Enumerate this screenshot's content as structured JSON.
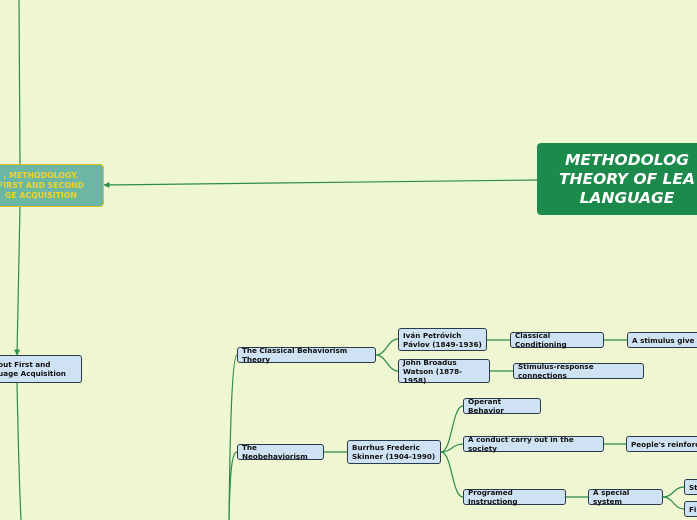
{
  "colors": {
    "background": "#eff7d2",
    "link": "#2e8b48",
    "root_fill": "#1b8a4a",
    "topic_fill": "#6cb6a4",
    "topic_text": "#f2d22a",
    "node_fill": "#cfe2f3"
  },
  "root": {
    "label": "METHODOLOG\nTHEORY OF LEA\nLANGUAGE"
  },
  "topic": {
    "label": ", METHODOLOGY,\nFIRST AND SECOND\nGE ACQUISITION"
  },
  "about": {
    "label": "bout First and\nguage Acquisition"
  },
  "nodes": {
    "classical_theory": "The Classical Behaviorism Theory",
    "pavlov": "Iván Petróvich\nPávlov (1849-1936)",
    "classical_conditioning": "Classical Conditioning",
    "stimulus_give": "A stimulus give a",
    "watson": "John Broadus\nWatson (1878-1958)",
    "stimulus_response": "Stimulus-response connections",
    "neobehaviorism": "The Neobehaviorism",
    "skinner": "Burrhus Frederic\nSkinner (1904-1990)",
    "operant": "Operant Behavior",
    "conduct": "A conduct carry out in the society",
    "peoples_reinforc": "People's reinforc",
    "programed": "Programed Instructiong",
    "special_system": "A special system",
    "st": "St",
    "fi": "Fi"
  }
}
